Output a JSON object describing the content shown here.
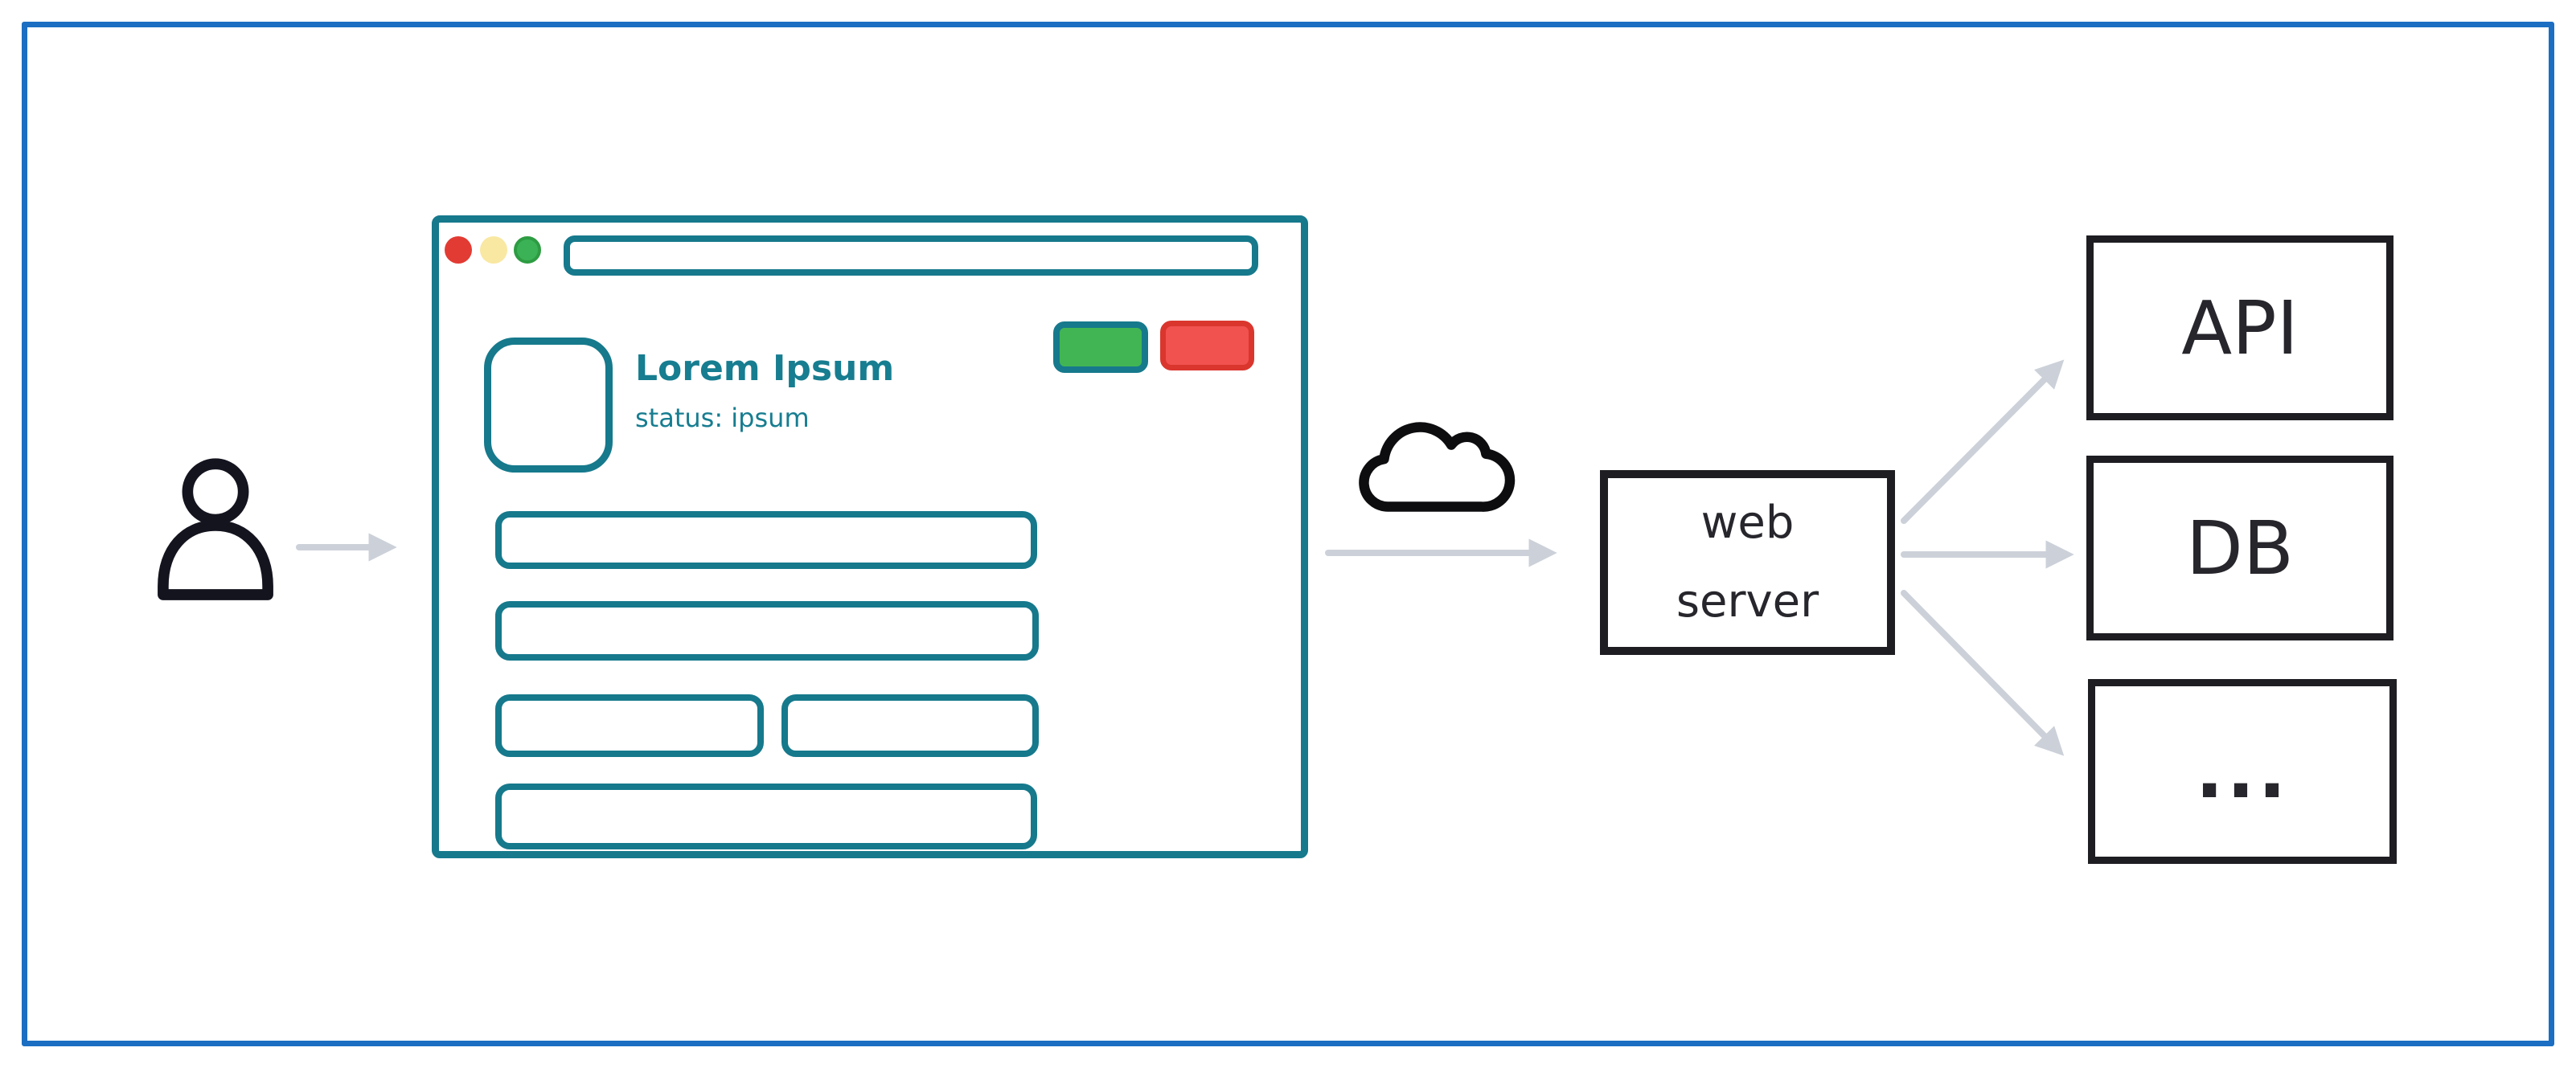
{
  "window": {
    "traffic_lights": [
      {
        "name": "close",
        "color": "#e23b33"
      },
      {
        "name": "minimize",
        "color": "#f9e8a2"
      },
      {
        "name": "maximize",
        "color": "#3cb257",
        "ring": "#2d9c42"
      }
    ],
    "url_value": "",
    "title": "Lorem Ipsum",
    "status": "status: ipsum",
    "action_buttons": [
      {
        "name": "accept",
        "label": "",
        "fill": "#41b553",
        "border": "#16798c"
      },
      {
        "name": "decline",
        "label": "",
        "fill": "#f15250",
        "border": "#da362e"
      }
    ],
    "fields": [
      {
        "name": "field-1",
        "value": ""
      },
      {
        "name": "field-2",
        "value": ""
      },
      {
        "name": "field-3",
        "value": ""
      },
      {
        "name": "field-4",
        "value": ""
      },
      {
        "name": "field-5",
        "value": ""
      }
    ]
  },
  "flow": {
    "user": {
      "icon": "person-icon"
    },
    "internet": {
      "icon": "cloud-icon"
    },
    "server": {
      "label": "web server",
      "line1": "web",
      "line2": "server"
    },
    "targets": [
      {
        "label": "API"
      },
      {
        "label": "DB"
      },
      {
        "label": "..."
      }
    ]
  },
  "colors": {
    "frame": "#1b6ec2",
    "teal": "#16798c",
    "teal_text": "#177d90",
    "ink": "#1d1d22",
    "node_text": "#26262c",
    "arrow_gray": "#ccd1d9",
    "green": "#41b553",
    "red": "#f15250",
    "red_border": "#da362e"
  }
}
